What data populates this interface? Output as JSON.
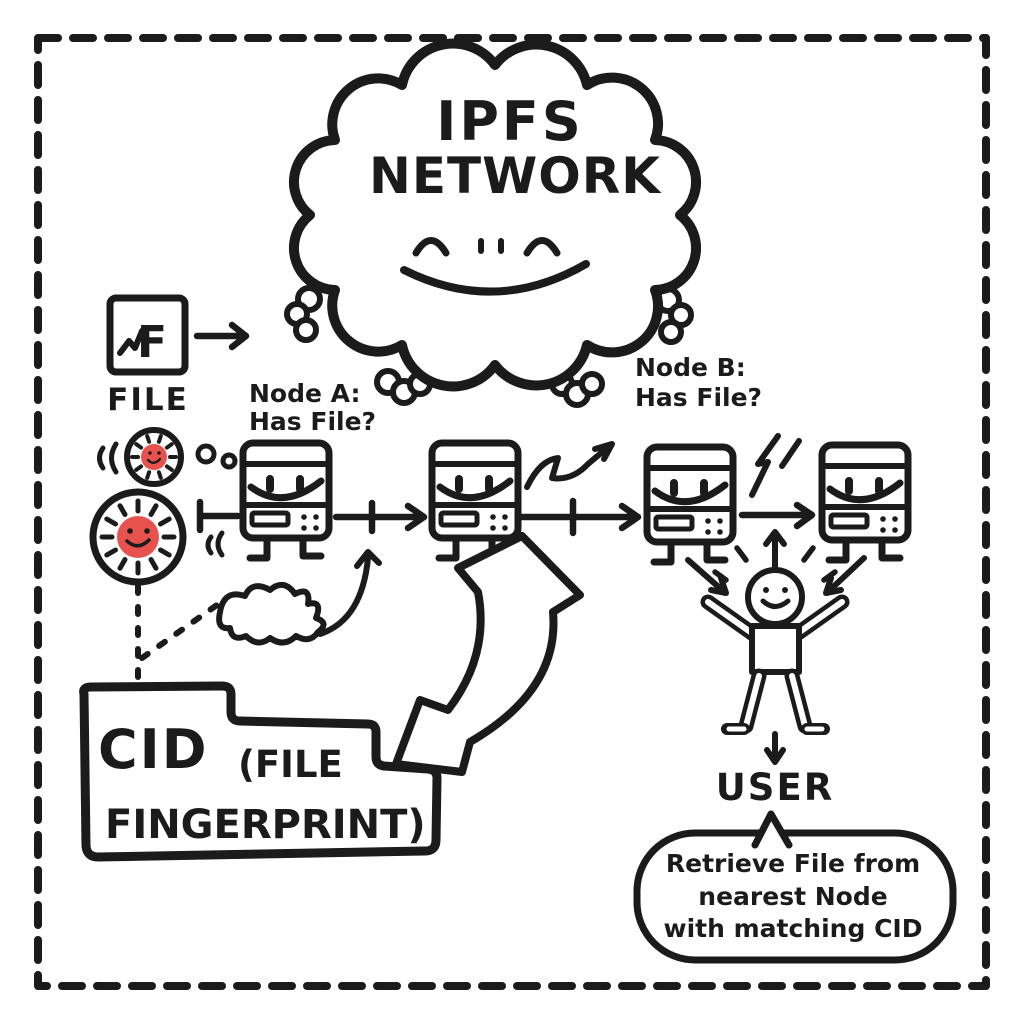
{
  "palette": {
    "ink": "#1b1b1b",
    "background": "#ffffff",
    "node_blue": "#3d96d6",
    "node_yellow": "#f2d94f",
    "node_green": "#67bd62",
    "node_red": "#e14b45",
    "badge_red": "#e8524e"
  },
  "cloud": {
    "title_line1": "IPFS",
    "title_line2": "NETWORK"
  },
  "file_icon": {
    "glyph": "F",
    "label": "FILE"
  },
  "questions": {
    "node_a": {
      "line1": "Node A:",
      "line2": "Has File?"
    },
    "node_b": {
      "line1": "Node B:",
      "line2": "Has File?"
    }
  },
  "nodes": [
    {
      "id": "node-1-blue",
      "color": "#3d96d6"
    },
    {
      "id": "node-2-yellow",
      "color": "#f2d94f"
    },
    {
      "id": "node-3-green",
      "color": "#67bd62"
    },
    {
      "id": "node-4-red",
      "color": "#e14b45"
    }
  ],
  "cid_bubble": {
    "title": "CID",
    "paren_open": "(FILE",
    "paren_close": "FINGERPRINT)"
  },
  "user": {
    "label": "USER"
  },
  "speech_bubble": {
    "line1": "Retrieve File from",
    "line2": "nearest Node",
    "line3": "with matching CID"
  }
}
